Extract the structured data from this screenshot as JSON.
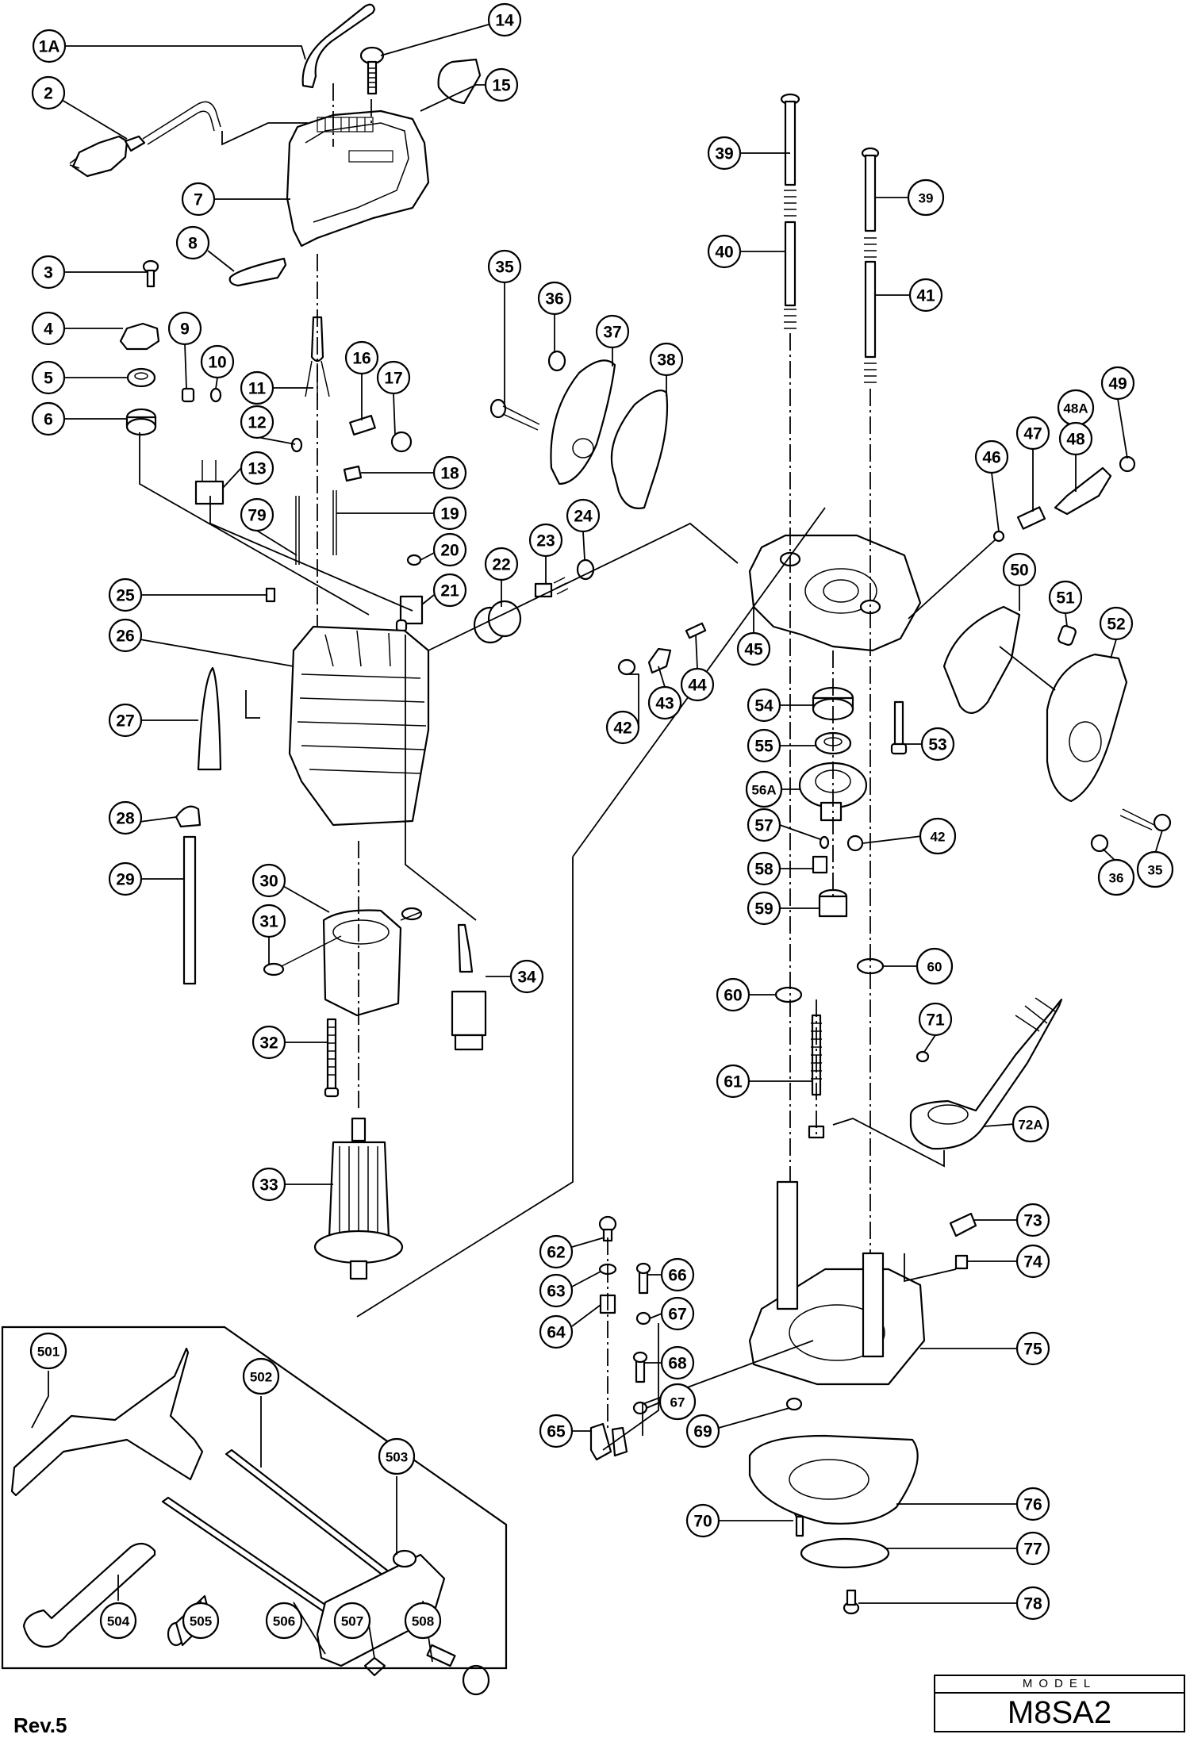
{
  "document": {
    "type": "exploded parts diagram",
    "revision": "Rev.5",
    "model_caption": "MODEL",
    "model": "M8SA2"
  },
  "callouts": {
    "c1A": "1A",
    "c2": "2",
    "c3": "3",
    "c4": "4",
    "c5": "5",
    "c6": "6",
    "c7": "7",
    "c8": "8",
    "c9": "9",
    "c10": "10",
    "c11": "11",
    "c12": "12",
    "c13": "13",
    "c14": "14",
    "c15": "15",
    "c16": "16",
    "c17": "17",
    "c18": "18",
    "c19": "19",
    "c20": "20",
    "c21": "21",
    "c22": "22",
    "c23": "23",
    "c24": "24",
    "c25": "25",
    "c26": "26",
    "c27": "27",
    "c28": "28",
    "c29": "29",
    "c30": "30",
    "c31": "31",
    "c32": "32",
    "c33": "33",
    "c34": "34",
    "c35": "35",
    "c35b": "35",
    "c36": "36",
    "c36b": "36",
    "c37": "37",
    "c38": "38",
    "c39": "39",
    "c39b": "39",
    "c40": "40",
    "c41": "41",
    "c42": "42",
    "c42b": "42",
    "c43": "43",
    "c44": "44",
    "c45": "45",
    "c46": "46",
    "c47": "47",
    "c48": "48",
    "c48A": "48A",
    "c49": "49",
    "c50": "50",
    "c51": "51",
    "c52": "52",
    "c53": "53",
    "c54": "54",
    "c55": "55",
    "c56A": "56A",
    "c57": "57",
    "c58": "58",
    "c59": "59",
    "c60": "60",
    "c60b": "60",
    "c61": "61",
    "c62": "62",
    "c63": "63",
    "c64": "64",
    "c65": "65",
    "c66": "66",
    "c67": "67",
    "c67b": "67",
    "c68": "68",
    "c69": "69",
    "c70": "70",
    "c71": "71",
    "c72A": "72A",
    "c73": "73",
    "c74": "74",
    "c75": "75",
    "c76": "76",
    "c77": "77",
    "c78": "78",
    "c79": "79",
    "c501": "501",
    "c502": "502",
    "c503": "503",
    "c504": "504",
    "c505": "505",
    "c506": "506",
    "c507": "507",
    "c508": "508"
  }
}
